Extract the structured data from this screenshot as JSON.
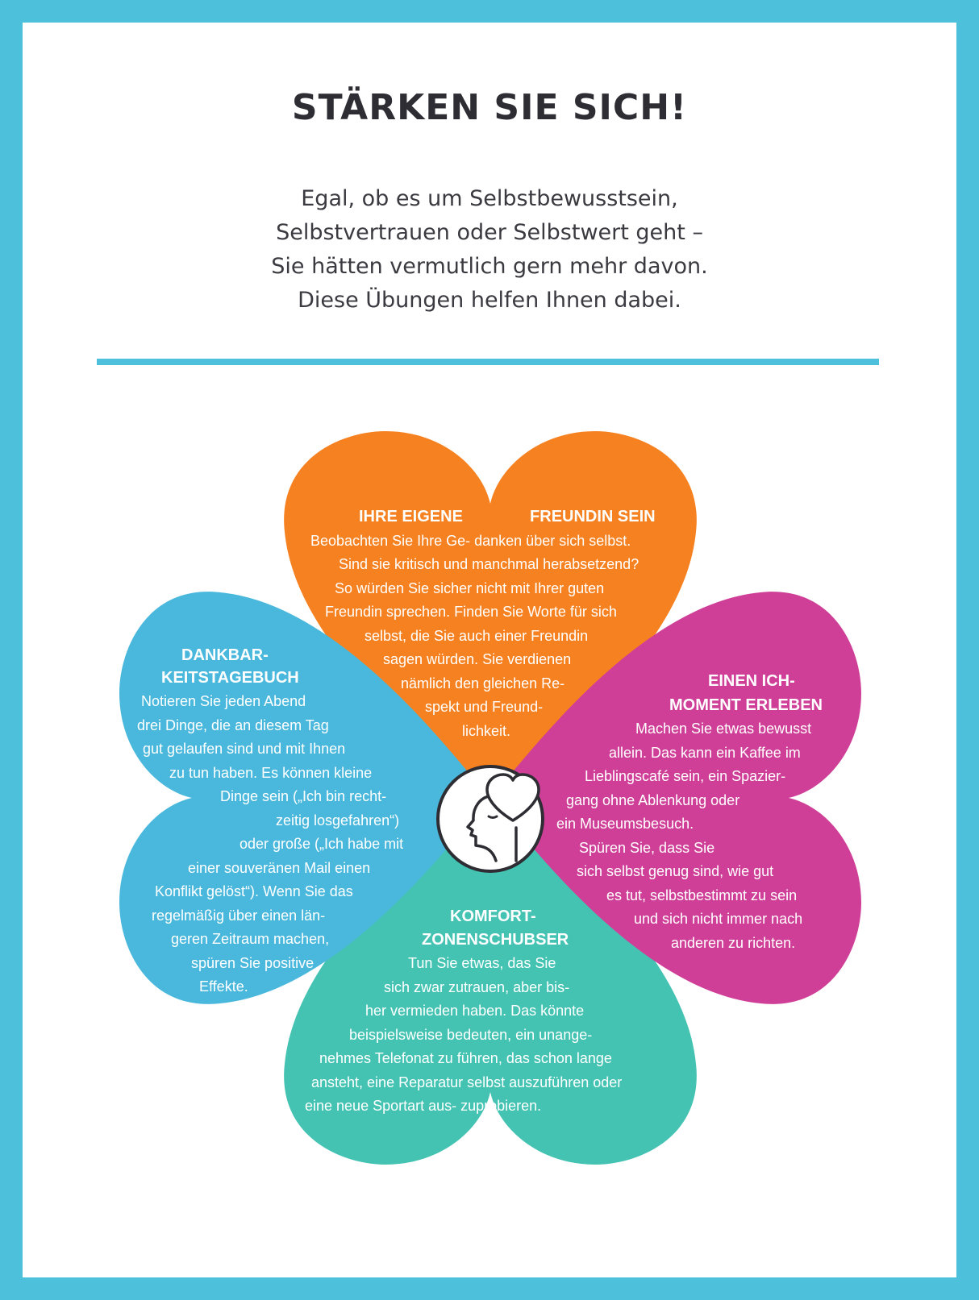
{
  "title": "STÄRKEN SIE SICH!",
  "intro": [
    "Egal, ob es um Selbstbewusstsein,",
    "Selbstvertrauen oder Selbstwert geht –",
    "Sie hätten vermutlich gern mehr davon.",
    "Diese Übungen helfen Ihnen dabei."
  ],
  "colors": {
    "frame": "#4dc1dc",
    "orange": "#f68120",
    "blue": "#4ab8dc",
    "magenta": "#cf3f98",
    "teal": "#44c3b3",
    "title_text": "#2d2d33"
  },
  "center_icon": "head-with-heart-icon",
  "petals": {
    "top": {
      "heading_left": "IHRE EIGENE",
      "heading_right": "FREUNDIN SEIN",
      "lines": [
        "Beobachten Sie Ihre Ge-  danken über sich selbst.",
        "Sind sie kritisch und  manchmal herabsetzend?",
        "So würden Sie sicher nicht mit Ihrer guten",
        "Freundin sprechen. Finden Sie Worte für sich",
        "selbst, die Sie auch einer Freundin",
        "sagen würden. Sie verdienen",
        "nämlich den gleichen Re-",
        "spekt und Freund-",
        "lichkeit."
      ]
    },
    "left": {
      "heading": [
        "DANKBAR-",
        "KEITSTAGEBUCH"
      ],
      "lines": [
        "Notieren Sie jeden Abend",
        "drei Dinge, die an diesem Tag",
        "gut gelaufen sind und mit Ihnen",
        "zu tun haben. Es können kleine",
        "Dinge sein („Ich bin recht-",
        "zeitig losgefahren“)",
        "oder große („Ich habe mit",
        "einer souveränen Mail einen",
        "Konflikt gelöst“). Wenn Sie das",
        "regelmäßig über einen län-",
        "geren Zeitraum machen,",
        "spüren Sie positive",
        "Effekte."
      ]
    },
    "right": {
      "heading": [
        "EINEN ICH-",
        "MOMENT ERLEBEN"
      ],
      "lines": [
        "Machen Sie etwas bewusst",
        "allein. Das kann ein Kaffee im",
        "Lieblingscafé sein, ein Spazier-",
        "gang ohne Ablenkung oder",
        "ein Museumsbesuch.",
        "Spüren Sie, dass Sie",
        "sich selbst genug sind, wie gut",
        "es tut, selbstbestimmt zu sein",
        "und sich nicht immer nach",
        "anderen zu richten."
      ]
    },
    "bottom": {
      "heading": [
        "KOMFORT-",
        "ZONENSCHUBSER"
      ],
      "lines": [
        "Tun Sie etwas, das Sie",
        "sich zwar zutrauen, aber bis-",
        "her vermieden haben. Das könnte",
        "beispielsweise bedeuten, ein unange-",
        "nehmes Telefonat zu führen, das schon lange",
        "ansteht, eine Reparatur  selbst auszuführen oder",
        "eine neue Sportart  aus-  zuprobieren."
      ]
    }
  }
}
